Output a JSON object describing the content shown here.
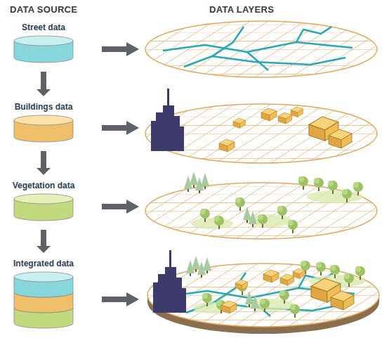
{
  "diagram": {
    "nodes": [
      {
        "text": [
          "Street data"
        ]
      },
      {
        "text": [
          "Buildings data"
        ]
      },
      {
        "text": [
          "Vegetation data"
        ]
      },
      {
        "text": [
          "Integrated data"
        ]
      }
    ],
    "edges": [
      {
        "from": 0,
        "to": 1,
        "arrow": "to"
      },
      {
        "from": 1,
        "to": 2,
        "arrow": "to"
      },
      {
        "from": 2,
        "to": 3,
        "arrow": "to"
      }
    ],
    "labels": [
      "DATA SOURCE",
      "DATA LAYERS"
    ]
  }
}
